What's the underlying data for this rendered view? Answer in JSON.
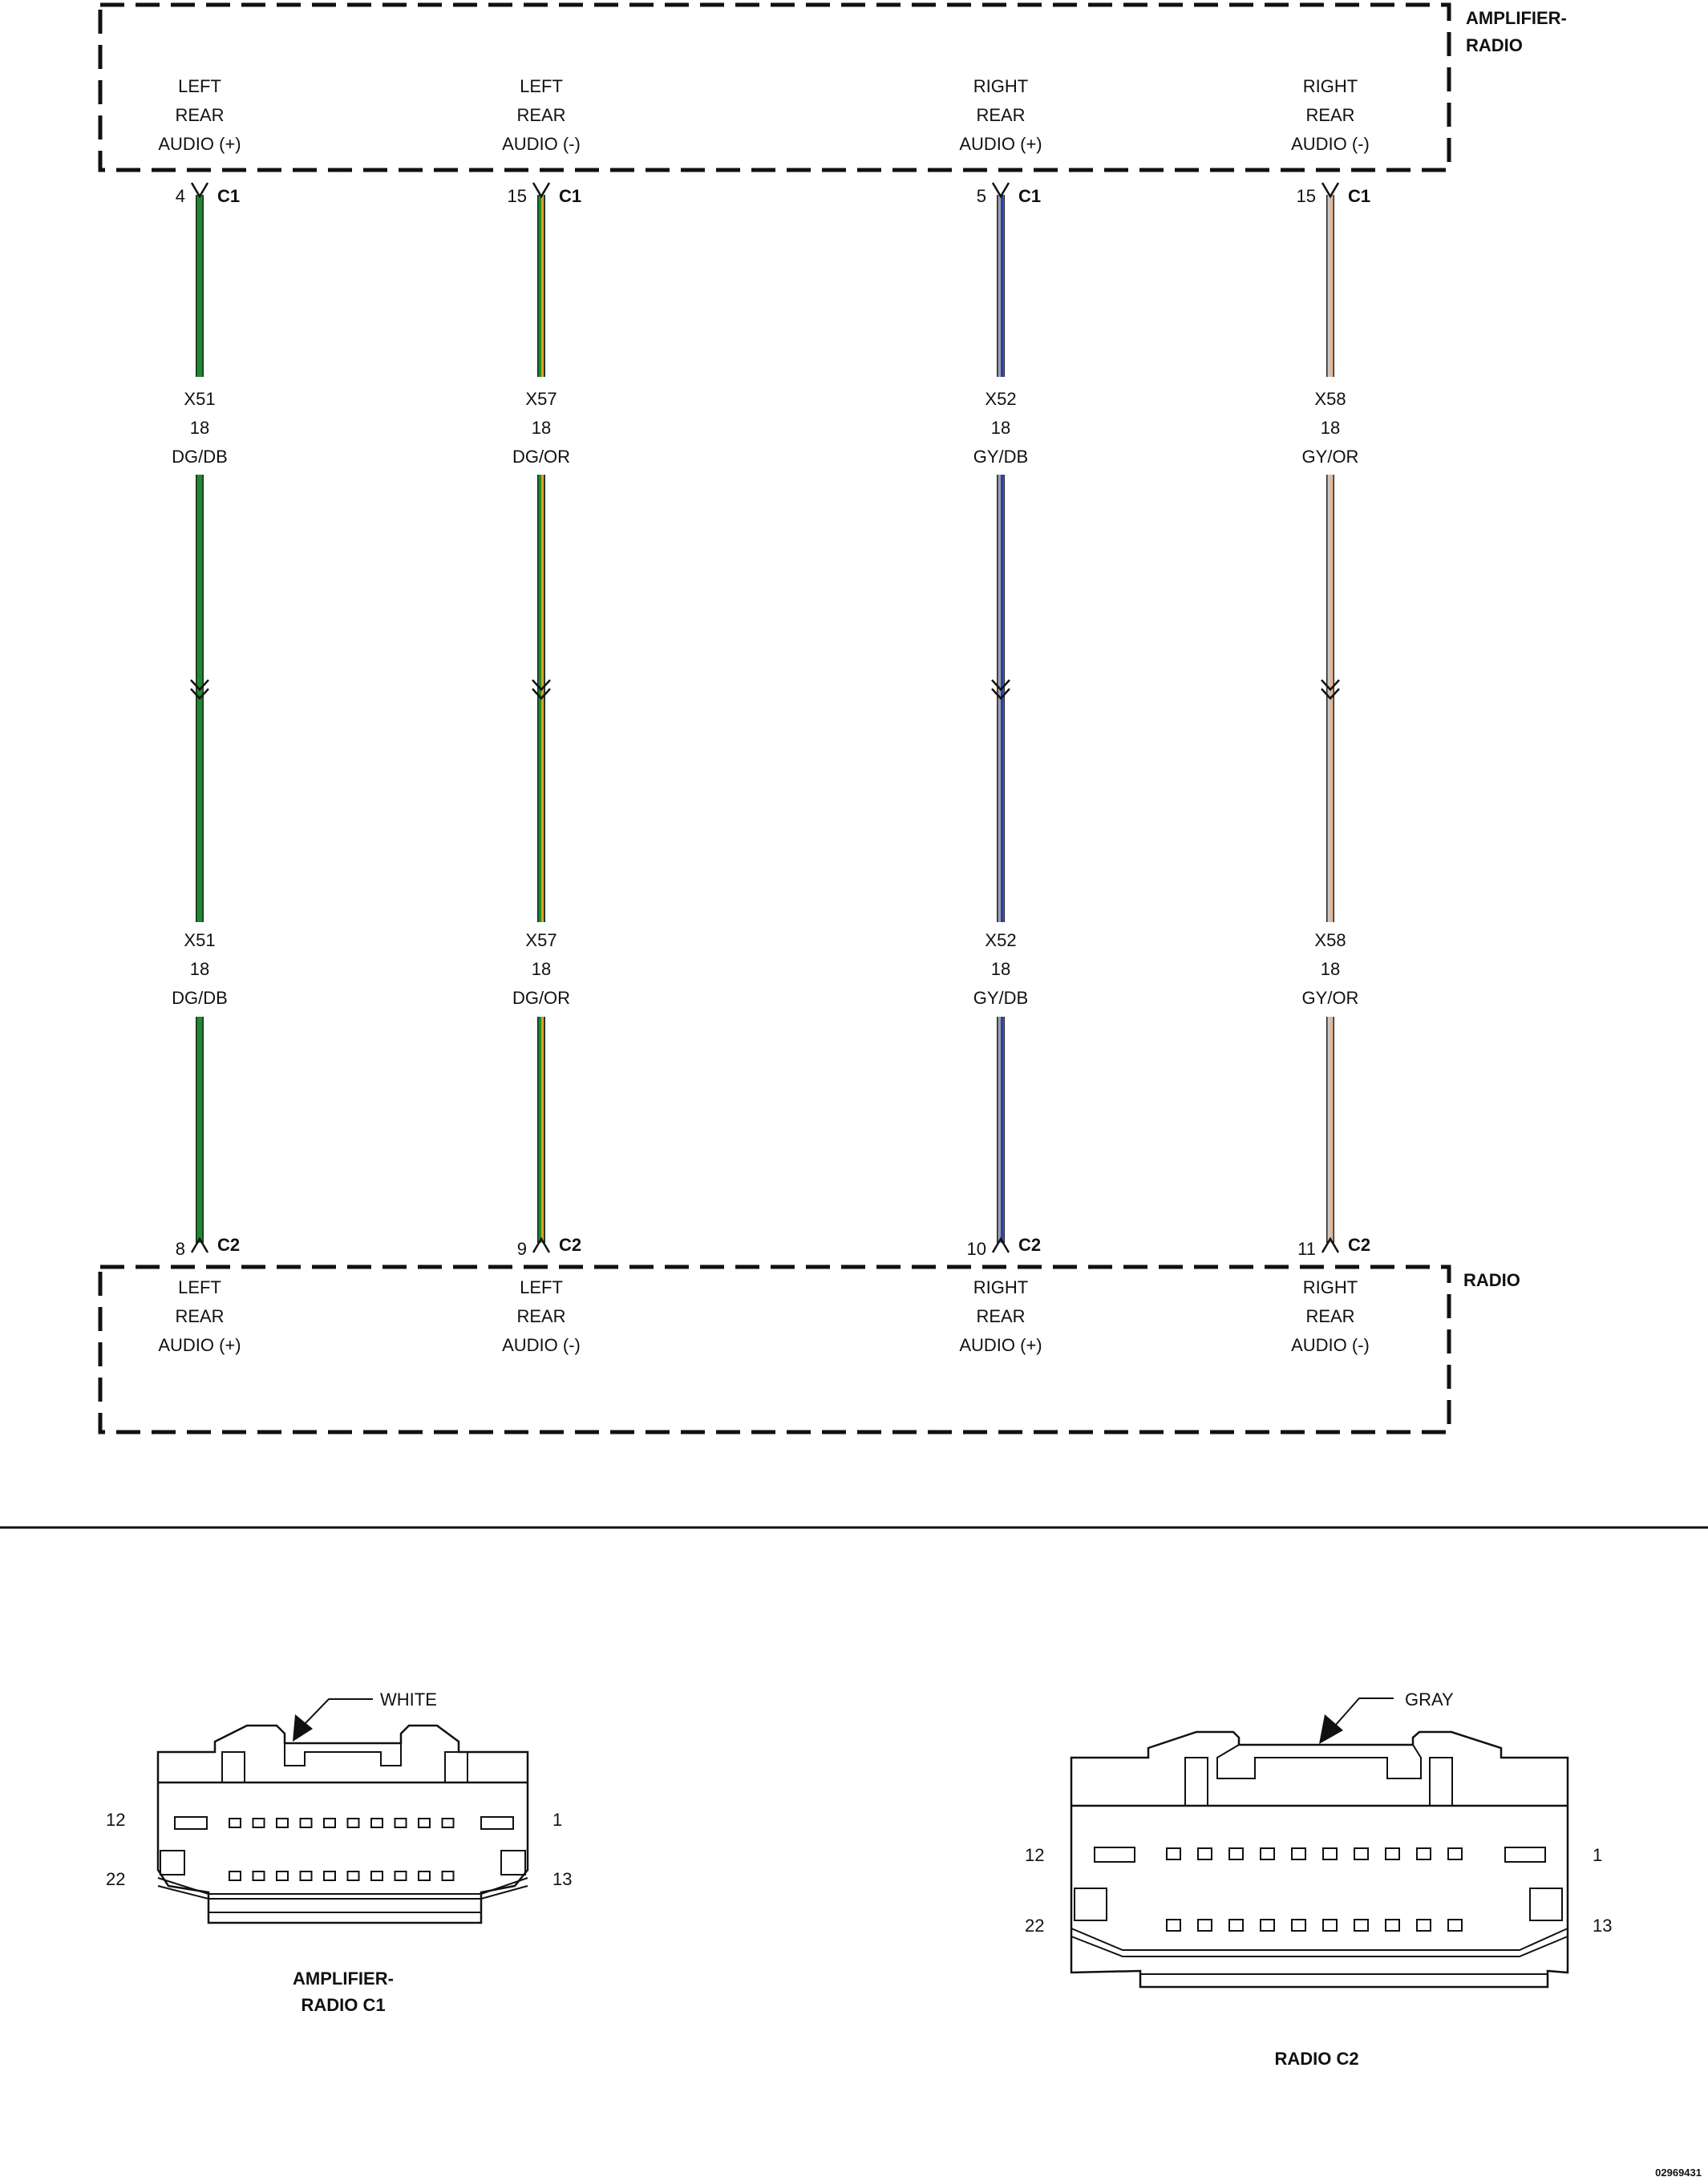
{
  "modules": {
    "amplifier_radio": {
      "name_line1": "AMPLIFIER-",
      "name_line2": "RADIO"
    },
    "radio": {
      "name": "RADIO"
    }
  },
  "circuits": [
    {
      "top_label": [
        "LEFT",
        "REAR",
        "AUDIO (+)"
      ],
      "top_pin": "4",
      "top_connector": "C1",
      "wire_id": "X51",
      "gauge": "18",
      "color_code": "DG/DB",
      "bottom_pin": "8",
      "bottom_connector": "C2",
      "bottom_label": [
        "LEFT",
        "REAR",
        "AUDIO (+)"
      ],
      "wire_colors": [
        "#1e8a2e",
        "#1e8a2e"
      ]
    },
    {
      "top_label": [
        "LEFT",
        "REAR",
        "AUDIO (-)"
      ],
      "top_pin": "15",
      "top_connector": "C1",
      "wire_id": "X57",
      "gauge": "18",
      "color_code": "DG/OR",
      "bottom_pin": "9",
      "bottom_connector": "C2",
      "bottom_label": [
        "LEFT",
        "REAR",
        "AUDIO (-)"
      ],
      "wire_colors": [
        "#1e8a2e",
        "#d8a21e"
      ]
    },
    {
      "top_label": [
        "RIGHT",
        "REAR",
        "AUDIO (+)"
      ],
      "top_pin": "5",
      "top_connector": "C1",
      "wire_id": "X52",
      "gauge": "18",
      "color_code": "GY/DB",
      "bottom_pin": "10",
      "bottom_connector": "C2",
      "bottom_label": [
        "RIGHT",
        "REAR",
        "AUDIO (+)"
      ],
      "wire_colors": [
        "#9aa0ad",
        "#2b3fa6"
      ]
    },
    {
      "top_label": [
        "RIGHT",
        "REAR",
        "AUDIO (-)"
      ],
      "top_pin": "15",
      "top_connector": "C1",
      "wire_id": "X58",
      "gauge": "18",
      "color_code": "GY/OR",
      "bottom_pin": "11",
      "bottom_connector": "C2",
      "bottom_label": [
        "RIGHT",
        "REAR",
        "AUDIO (-)"
      ],
      "wire_colors": [
        "#c9c9c9",
        "#e8b48c"
      ]
    }
  ],
  "connectors": {
    "c1": {
      "title_line1": "AMPLIFIER-",
      "title_line2": "RADIO C1",
      "color_callout": "WHITE",
      "pin_labels": {
        "top_left": "12",
        "top_right": "1",
        "bottom_left": "22",
        "bottom_right": "13"
      }
    },
    "c2": {
      "title": "RADIO C2",
      "color_callout": "GRAY",
      "pin_labels": {
        "top_left": "12",
        "top_right": "1",
        "bottom_left": "22",
        "bottom_right": "13"
      }
    }
  },
  "figure_id": "02969431"
}
